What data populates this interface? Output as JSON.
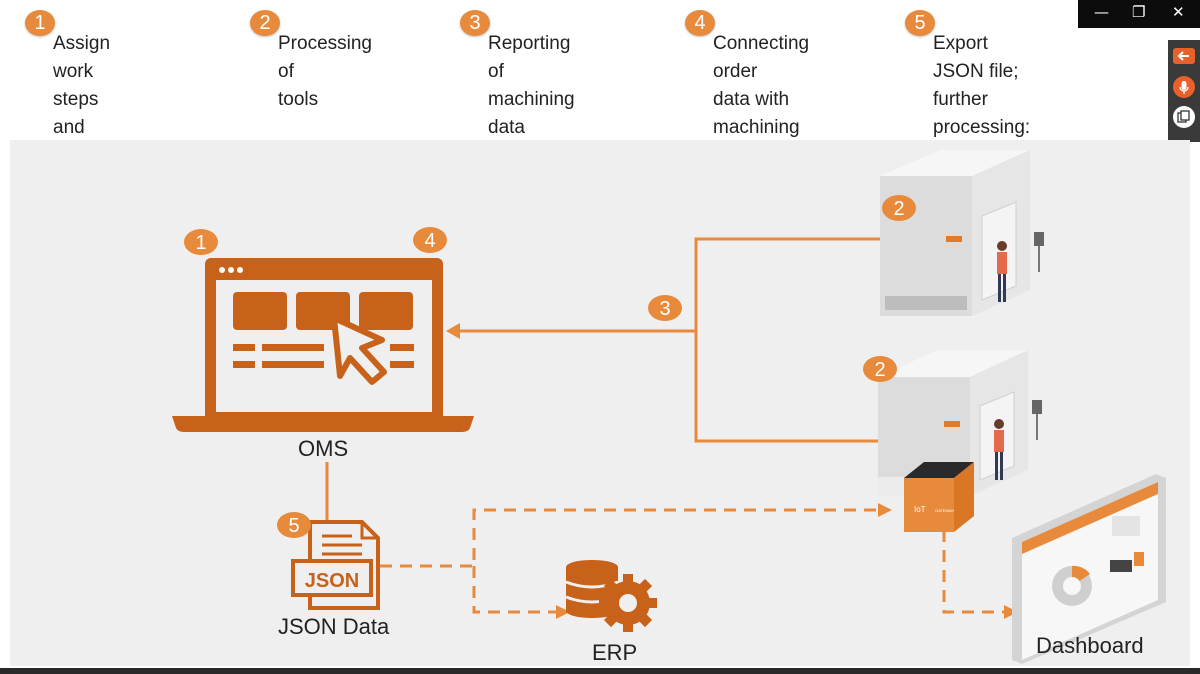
{
  "steps": [
    {
      "num": "1",
      "text": "Assign work steps\nand machines"
    },
    {
      "num": "2",
      "text": "Processing of\ntools"
    },
    {
      "num": "3",
      "text": "Reporting of\nmachining data"
    },
    {
      "num": "4",
      "text": "Connecting order\ndata with\nmachining data"
    },
    {
      "num": "5",
      "text": "Export JSON file;\nfurther processing:\n- ERP system\n- Visualization (NodeRed)"
    }
  ],
  "diagram": {
    "oms_label": "OMS",
    "json_label": "JSON Data",
    "json_file_text": "JSON",
    "erp_label": "ERP",
    "dashboard_label": "Dashboard",
    "iot_text": "IoT",
    "iot_sub": "GATEWAY",
    "badge_laptop_left": "1",
    "badge_laptop_right": "4",
    "badge_arrow": "3",
    "badge_machine_top": "2",
    "badge_machine_bottom": "2",
    "badge_json": "5"
  },
  "window": {
    "minimize": "—",
    "restore": "❐",
    "close": "✕"
  },
  "colors": {
    "accent": "#c8621a",
    "badge": "#e88a3c",
    "background": "#efefef"
  }
}
